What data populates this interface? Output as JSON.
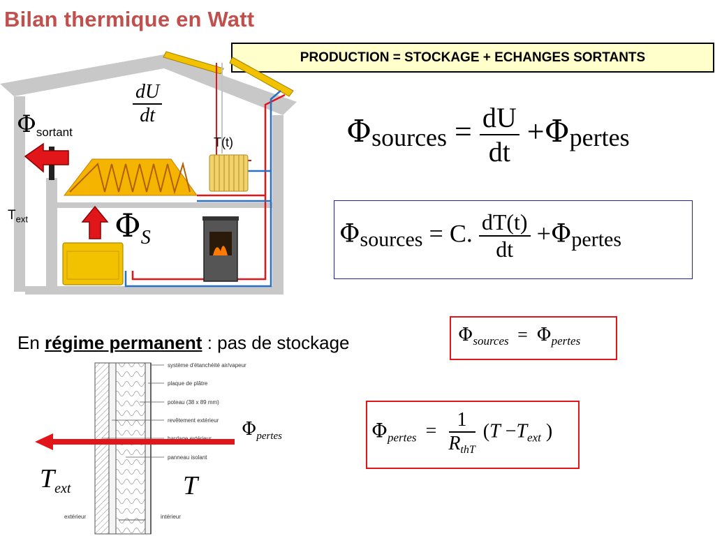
{
  "title": "Bilan thermique en Watt",
  "production_equation": "PRODUCTION = STOCKAGE + ECHANGES SORTANTS",
  "house": {
    "du_num": "dU",
    "du_den": "dt",
    "phi_sortant_phi": "Φ",
    "phi_sortant_sub": "sortant",
    "tt_label": "T(t)",
    "text_T": "T",
    "text_sub": "ext",
    "phi_s_phi": "Φ",
    "phi_s_sub": "S"
  },
  "eq1": {
    "phi": "Φ",
    "sub1": "sources",
    "eq": "=",
    "num": "dU",
    "den": "dt",
    "plus": "+",
    "phi2": "Φ",
    "sub2": "pertes"
  },
  "eq2": {
    "phi": "Φ",
    "sub1": "sources",
    "eq": "=",
    "c": "C.",
    "num": "dT(t)",
    "den": "dt",
    "plus": "+",
    "phi2": "Φ",
    "sub2": "pertes"
  },
  "regime": {
    "prefix": "En",
    "bold": "régime permanent",
    "suffix": ": pas de stockage"
  },
  "eq3": {
    "phi": "Φ",
    "sub1": "sources",
    "eq": "=",
    "phi2": "Φ",
    "sub2": "pertes"
  },
  "eq4": {
    "phi": "Φ",
    "sub1": "pertes",
    "eq": "=",
    "num": "1",
    "den_R": "R",
    "den_sub": "thT",
    "paren_open": "(",
    "T": "T",
    "minus": "−",
    "T2": "T",
    "sub2": "ext",
    "paren_close": ")"
  },
  "wall": {
    "layers": [
      "système d'étanchéité air/vapeur",
      "plaque de plâtre",
      "poteau (38 x 89 mm)",
      "revêtement extérieur",
      "bardage extérieur",
      "panneau isolant"
    ],
    "exterior": "extérieur",
    "interior": "intérieur",
    "phi_pertes_phi": "Φ",
    "phi_pertes_sub": "pertes",
    "T_ext": "T",
    "T_ext_sub": "ext",
    "T_int": "T"
  },
  "colors": {
    "title": "#c0504d",
    "arrow_red": "#e0161b",
    "pipe_blue": "#2a6fc4",
    "box_yellow": "#ffffcc"
  }
}
